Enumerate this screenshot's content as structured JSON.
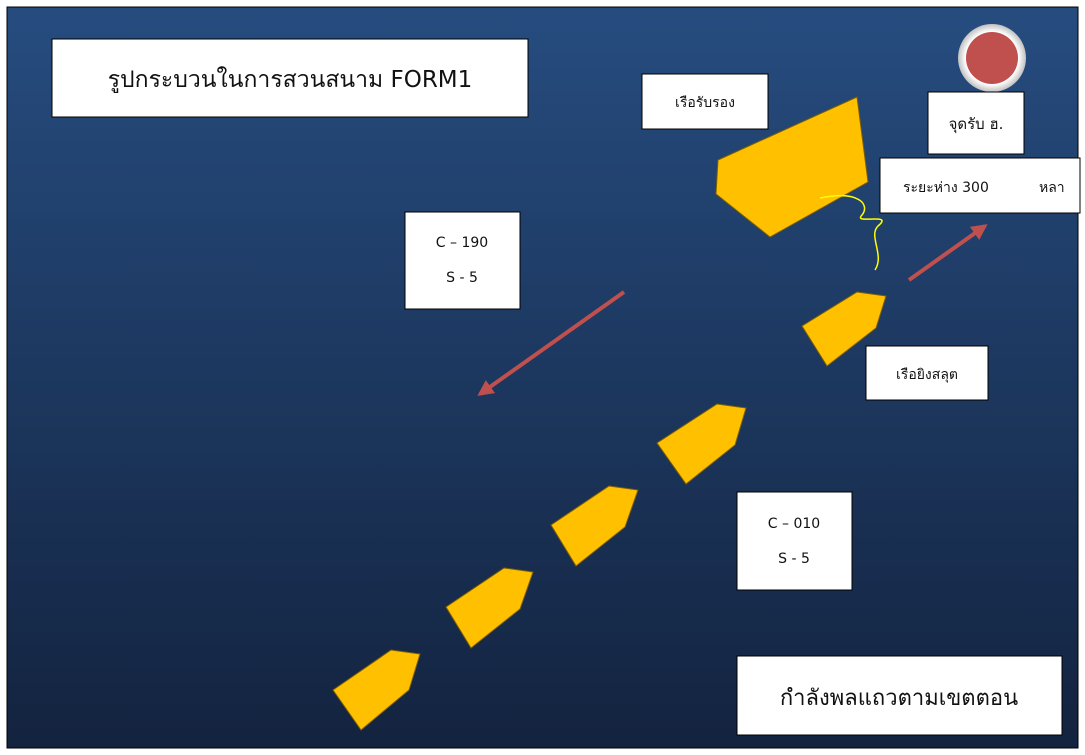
{
  "title": "รูปกระบวนในการสวนสนาม FORM1",
  "labels": {
    "escort_ship": "เรือรับรอง",
    "pickup_point": "จุดรับ ฮ.",
    "distance_value": "ระยะห่าง 300",
    "distance_unit": "หลา",
    "salute_ship": "เรือยิงสลุต",
    "formation": "กำลังพลแถวตามเขตตอน"
  },
  "course_boxes": [
    {
      "course": "C – 190",
      "speed": "S - 5"
    },
    {
      "course": "C – 010",
      "speed": "S - 5"
    }
  ],
  "colors": {
    "background_top": "#264c7f",
    "background_bottom": "#13233f",
    "ship_fill": "#ffc000",
    "arrow": "#c0504d",
    "brace": "#ffff00",
    "marker": "#c0504d"
  },
  "icons": {
    "pickup_marker": "red-circle-icon"
  }
}
